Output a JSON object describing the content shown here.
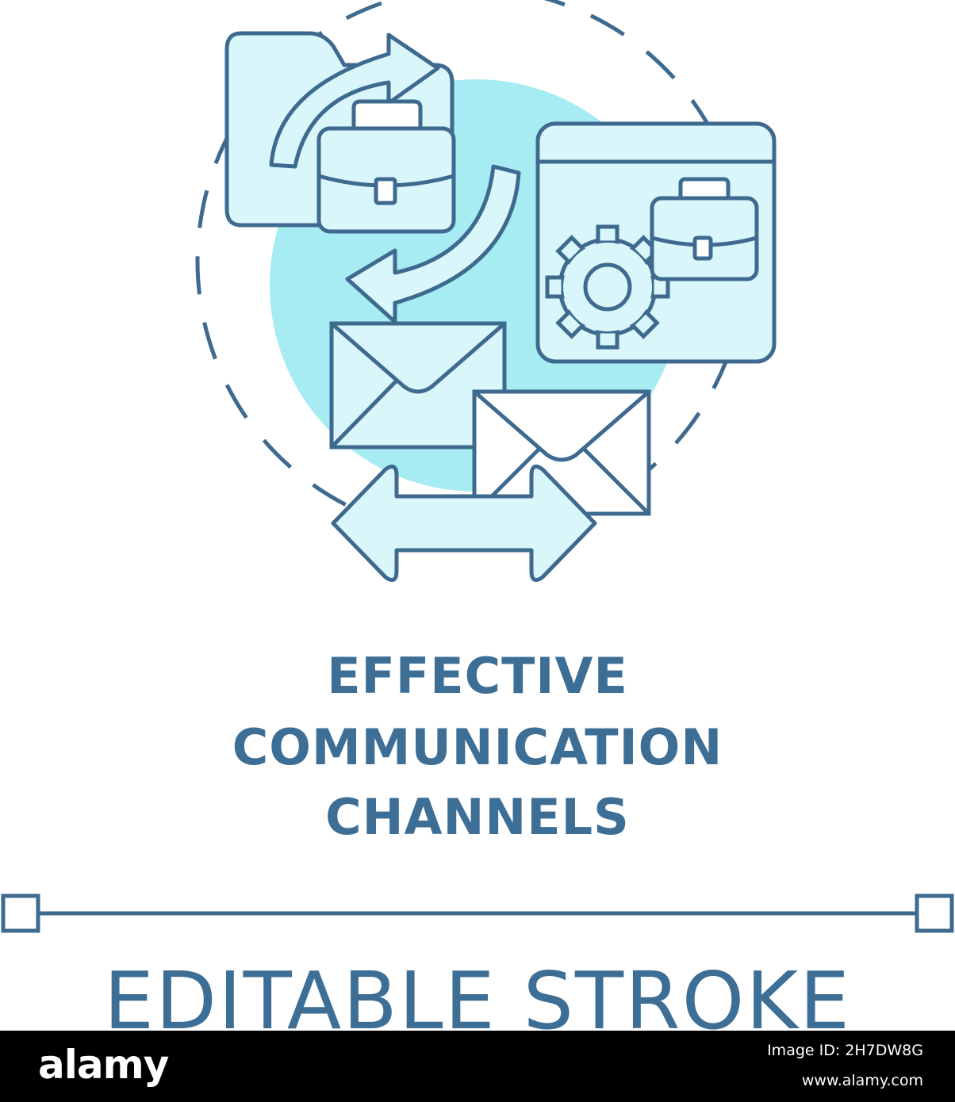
{
  "title": {
    "line1": "EFFECTIVE",
    "line2": "COMMUNICATION",
    "line3": "CHANNELS"
  },
  "stroke_label": "EDITABLE STROKE",
  "footer": {
    "brand": "alamy",
    "image_id": "Image ID: 2H7DW8G",
    "url": "www.alamy.com"
  },
  "icons": [
    "document-icon",
    "refresh-arrows-icon",
    "briefcase-icon",
    "browser-window-icon",
    "gear-icon",
    "envelope-icon",
    "double-arrow-icon"
  ],
  "colors": {
    "stroke": "#3f6a8f",
    "fill_light": "#d9f6fa",
    "circle_accent": "#a6ecf2",
    "background": "#ffffff",
    "footer_bg": "#000000"
  }
}
